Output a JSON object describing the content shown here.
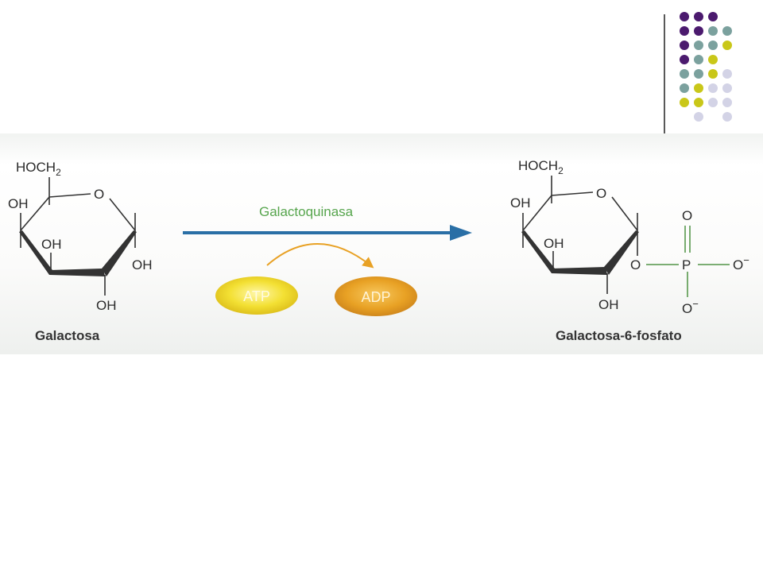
{
  "colors": {
    "dot_purple": "#4b1a6e",
    "dot_teal": "#7ba19e",
    "dot_yellow": "#c9c719",
    "dot_lavender": "#d3d3e6",
    "arrow_blue": "#2a6fa6",
    "enzyme_green": "#57a54d",
    "atp_yellow": "#f3e033",
    "adp_orange": "#e8a124",
    "phosphate_green": "#6aa360"
  },
  "decoration": {
    "dot_grid": [
      [
        "purple",
        "purple",
        "purple",
        "none"
      ],
      [
        "purple",
        "purple",
        "teal",
        "teal"
      ],
      [
        "purple",
        "teal",
        "teal",
        "yellow"
      ],
      [
        "purple",
        "teal",
        "yellow",
        "none"
      ],
      [
        "teal",
        "teal",
        "yellow",
        "lavender"
      ],
      [
        "teal",
        "yellow",
        "lavender",
        "lavender"
      ],
      [
        "yellow",
        "yellow",
        "lavender",
        "lavender"
      ],
      [
        "none",
        "lavender",
        "none",
        "lavender"
      ]
    ]
  },
  "reaction": {
    "enzyme": "Galactoquinasa",
    "cofactor_in": "ATP",
    "cofactor_out": "ADP",
    "reactant": {
      "name": "Galactosa",
      "group_top": "HOCH",
      "group_top_sub": "2",
      "ring_oxygen": "O",
      "oh_c4": "OH",
      "oh_c3": "OH",
      "oh_c1": "OH",
      "oh_c2": "OH"
    },
    "product": {
      "name": "Galactosa-6-fosfato",
      "group_top": "HOCH",
      "group_top_sub": "2",
      "ring_oxygen": "O",
      "oh_c4": "OH",
      "oh_c3": "OH",
      "oh_c2": "OH",
      "phosphate": {
        "bridge_oxygen": "O",
        "atom": "P",
        "double_oxygen": "O",
        "right_oxygen": "O",
        "bottom_oxygen": "O",
        "charge": "−"
      }
    }
  }
}
